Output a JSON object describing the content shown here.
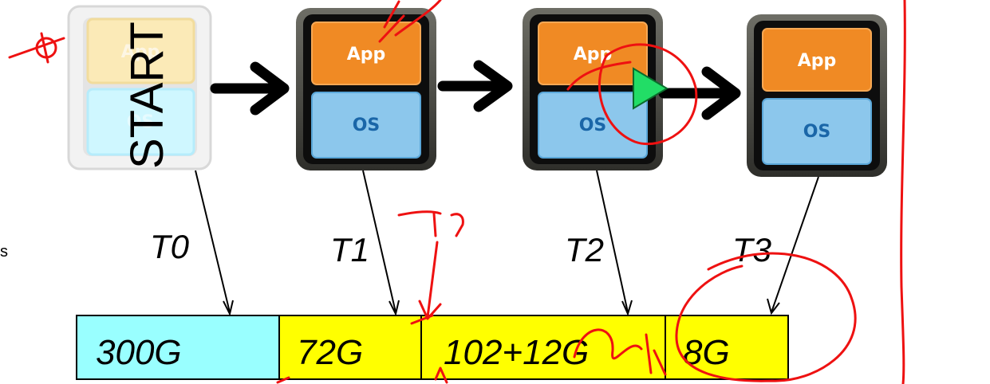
{
  "nodes": [
    {
      "app_label": "App",
      "os_label": "OS",
      "faded": true,
      "overlay_text": "START"
    },
    {
      "app_label": "App",
      "os_label": "OS",
      "faded": false
    },
    {
      "app_label": "App",
      "os_label": "OS",
      "faded": false
    },
    {
      "app_label": "App",
      "os_label": "OS",
      "faded": false
    }
  ],
  "time_labels": [
    "T0",
    "T1",
    "T2",
    "T3"
  ],
  "storage_cells": [
    {
      "text": "300G",
      "color": "#99ffff"
    },
    {
      "text": "72G",
      "color": "#ffff00"
    },
    {
      "text": "102+12G",
      "color": "#ffff00"
    },
    {
      "text": "8G",
      "color": "#ffff00"
    }
  ],
  "edge_text": "s",
  "colors": {
    "app": "#f08a24",
    "os": "#8cc7ec",
    "device_frame": "#1a1a1a",
    "annotation": "#ee1111",
    "play": "#22dd66"
  },
  "icons": [
    "play-icon",
    "arrow-right-icon"
  ]
}
